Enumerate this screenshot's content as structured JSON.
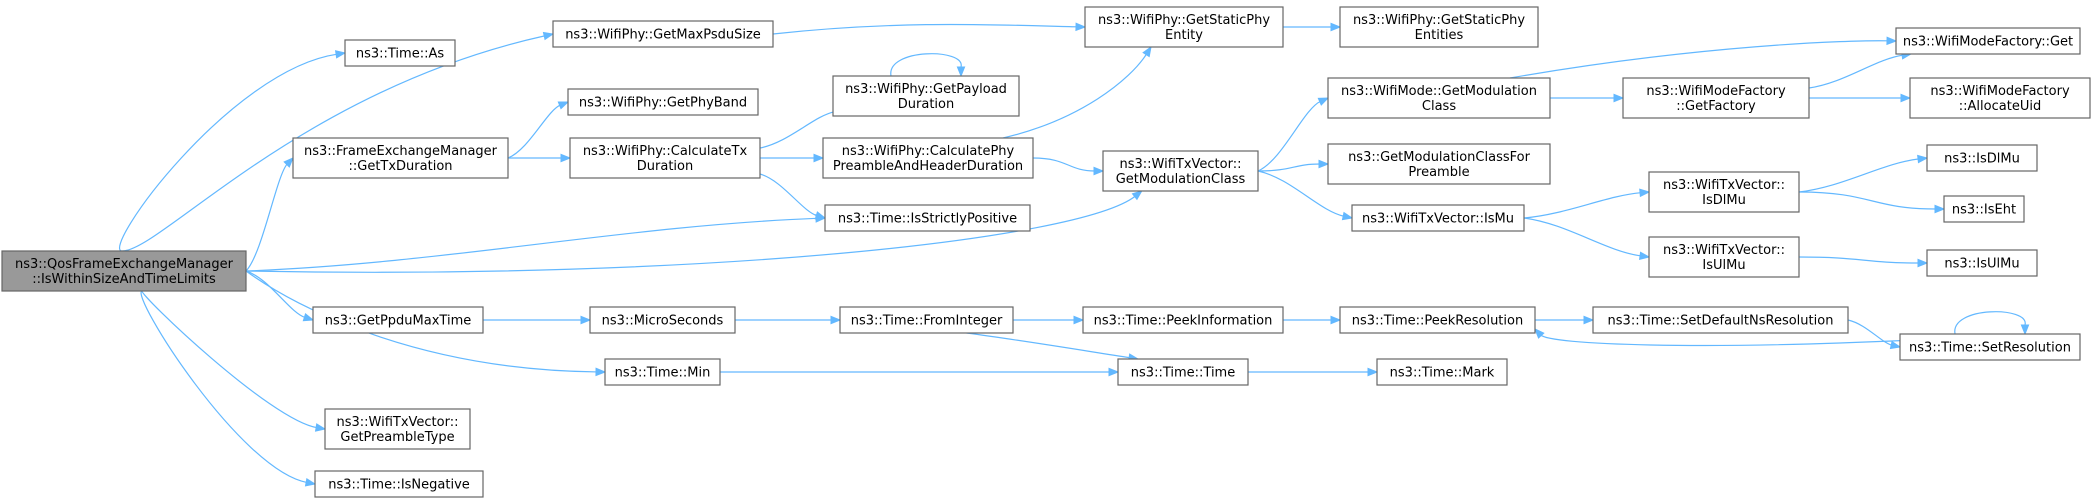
{
  "graph": {
    "nodes": [
      {
        "id": "root",
        "lines": [
          "ns3::QosFrameExchangeManager",
          "::IsWithinSizeAndTimeLimits"
        ],
        "root": true
      },
      {
        "id": "timeAs",
        "lines": [
          "ns3::Time::As"
        ]
      },
      {
        "id": "getMaxPsdu",
        "lines": [
          "ns3::WifiPhy::GetMaxPsduSize"
        ]
      },
      {
        "id": "getStaticPhy",
        "lines": [
          "ns3::WifiPhy::GetStaticPhy",
          "Entity"
        ]
      },
      {
        "id": "getStaticPhy2",
        "lines": [
          "ns3::WifiPhy::GetStaticPhy",
          "Entities"
        ]
      },
      {
        "id": "getPhyBand",
        "lines": [
          "ns3::WifiPhy::GetPhyBand"
        ]
      },
      {
        "id": "getPayload",
        "lines": [
          "ns3::WifiPhy::GetPayload",
          "Duration"
        ]
      },
      {
        "id": "fem",
        "lines": [
          "ns3::FrameExchangeManager",
          "::GetTxDuration"
        ]
      },
      {
        "id": "calcTx",
        "lines": [
          "ns3::WifiPhy::CalculateTx",
          "Duration"
        ]
      },
      {
        "id": "calcPreamble",
        "lines": [
          "ns3::WifiPhy::CalculatePhy",
          "PreambleAndHeaderDuration"
        ]
      },
      {
        "id": "txvModClass",
        "lines": [
          "ns3::WifiTxVector::",
          "GetModulationClass"
        ]
      },
      {
        "id": "modeModClass",
        "lines": [
          "ns3::WifiMode::GetModulation",
          "Class"
        ]
      },
      {
        "id": "getModPreamble",
        "lines": [
          "ns3::GetModulationClassFor",
          "Preamble"
        ]
      },
      {
        "id": "isMu",
        "lines": [
          "ns3::WifiTxVector::IsMu"
        ]
      },
      {
        "id": "factoryGet",
        "lines": [
          "ns3::WifiModeFactory::Get"
        ]
      },
      {
        "id": "getFactory",
        "lines": [
          "ns3::WifiModeFactory",
          "::GetFactory"
        ]
      },
      {
        "id": "allocUid",
        "lines": [
          "ns3::WifiModeFactory",
          "::AllocateUid"
        ]
      },
      {
        "id": "strictPos",
        "lines": [
          "ns3::Time::IsStrictlyPositive"
        ]
      },
      {
        "id": "txvIsDlMu",
        "lines": [
          "ns3::WifiTxVector::",
          "IsDlMu"
        ]
      },
      {
        "id": "isDlMu",
        "lines": [
          "ns3::IsDlMu"
        ]
      },
      {
        "id": "isEht",
        "lines": [
          "ns3::IsEht"
        ]
      },
      {
        "id": "txvIsUlMu",
        "lines": [
          "ns3::WifiTxVector::",
          "IsUlMu"
        ]
      },
      {
        "id": "isUlMu",
        "lines": [
          "ns3::IsUlMu"
        ]
      },
      {
        "id": "ppduMax",
        "lines": [
          "ns3::GetPpduMaxTime"
        ]
      },
      {
        "id": "micro",
        "lines": [
          "ns3::MicroSeconds"
        ]
      },
      {
        "id": "fromInt",
        "lines": [
          "ns3::Time::FromInteger"
        ]
      },
      {
        "id": "peekInfo",
        "lines": [
          "ns3::Time::PeekInformation"
        ]
      },
      {
        "id": "peekRes",
        "lines": [
          "ns3::Time::PeekResolution"
        ]
      },
      {
        "id": "setDefRes",
        "lines": [
          "ns3::Time::SetDefaultNsResolution"
        ]
      },
      {
        "id": "setRes",
        "lines": [
          "ns3::Time::SetResolution"
        ]
      },
      {
        "id": "timeMin",
        "lines": [
          "ns3::Time::Min"
        ]
      },
      {
        "id": "timeTime",
        "lines": [
          "ns3::Time::Time"
        ]
      },
      {
        "id": "timeMark",
        "lines": [
          "ns3::Time::Mark"
        ]
      },
      {
        "id": "preambleType",
        "lines": [
          "ns3::WifiTxVector::",
          "GetPreambleType"
        ]
      },
      {
        "id": "isNegative",
        "lines": [
          "ns3::Time::IsNegative"
        ]
      }
    ],
    "edges": [
      [
        "root",
        "timeAs"
      ],
      [
        "root",
        "getMaxPsdu"
      ],
      [
        "root",
        "fem"
      ],
      [
        "root",
        "strictPos"
      ],
      [
        "root",
        "txvModClass"
      ],
      [
        "root",
        "ppduMax"
      ],
      [
        "root",
        "timeMin"
      ],
      [
        "root",
        "preambleType"
      ],
      [
        "root",
        "isNegative"
      ],
      [
        "getMaxPsdu",
        "getStaticPhy"
      ],
      [
        "getStaticPhy",
        "getStaticPhy2"
      ],
      [
        "fem",
        "getPhyBand"
      ],
      [
        "fem",
        "calcTx"
      ],
      [
        "calcTx",
        "getPayload"
      ],
      [
        "calcTx",
        "calcPreamble"
      ],
      [
        "calcTx",
        "strictPos"
      ],
      [
        "getPayload",
        "getPayload"
      ],
      [
        "calcPreamble",
        "getStaticPhy"
      ],
      [
        "calcPreamble",
        "txvModClass"
      ],
      [
        "txvModClass",
        "modeModClass"
      ],
      [
        "txvModClass",
        "getModPreamble"
      ],
      [
        "txvModClass",
        "isMu"
      ],
      [
        "modeModClass",
        "factoryGet"
      ],
      [
        "modeModClass",
        "getFactory"
      ],
      [
        "getFactory",
        "factoryGet"
      ],
      [
        "getFactory",
        "allocUid"
      ],
      [
        "isMu",
        "txvIsDlMu"
      ],
      [
        "isMu",
        "txvIsUlMu"
      ],
      [
        "txvIsDlMu",
        "isDlMu"
      ],
      [
        "txvIsDlMu",
        "isEht"
      ],
      [
        "txvIsUlMu",
        "isUlMu"
      ],
      [
        "ppduMax",
        "micro"
      ],
      [
        "micro",
        "fromInt"
      ],
      [
        "fromInt",
        "peekInfo"
      ],
      [
        "fromInt",
        "timeTime"
      ],
      [
        "peekInfo",
        "peekRes"
      ],
      [
        "peekRes",
        "setDefRes"
      ],
      [
        "setDefRes",
        "setRes"
      ],
      [
        "setRes",
        "peekRes"
      ],
      [
        "setRes",
        "setRes"
      ],
      [
        "timeMin",
        "timeTime"
      ],
      [
        "timeTime",
        "timeMark"
      ]
    ]
  }
}
